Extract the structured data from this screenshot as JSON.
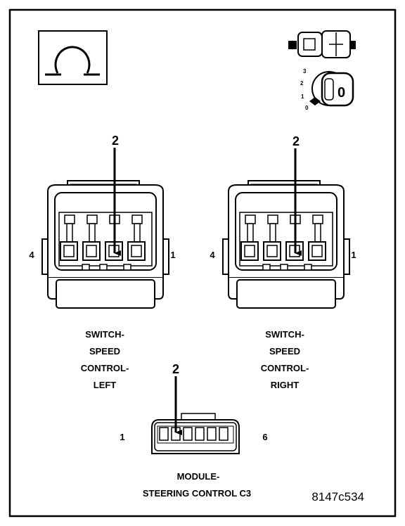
{
  "symbols": {
    "ohm_icon": "ohmmeter-icon",
    "connector_icon": "connector-test-icon",
    "ignition_icon": "ignition-key-icon"
  },
  "ignition": {
    "positions": [
      "3",
      "2",
      "1",
      "0"
    ],
    "key_label": "0"
  },
  "connectors": {
    "left": {
      "pin_callout": "2",
      "pin_left": "4",
      "pin_right": "1",
      "name_lines": [
        "SWITCH-",
        "SPEED",
        "CONTROL-",
        "LEFT"
      ]
    },
    "right": {
      "pin_callout": "2",
      "pin_left": "4",
      "pin_right": "1",
      "name_lines": [
        "SWITCH-",
        "SPEED",
        "CONTROL-",
        "RIGHT"
      ]
    },
    "module": {
      "pin_callout": "2",
      "pin_left": "1",
      "pin_right": "6",
      "name_lines": [
        "MODULE-",
        "STEERING CONTROL C3"
      ]
    }
  },
  "figure_id": "8147c534"
}
